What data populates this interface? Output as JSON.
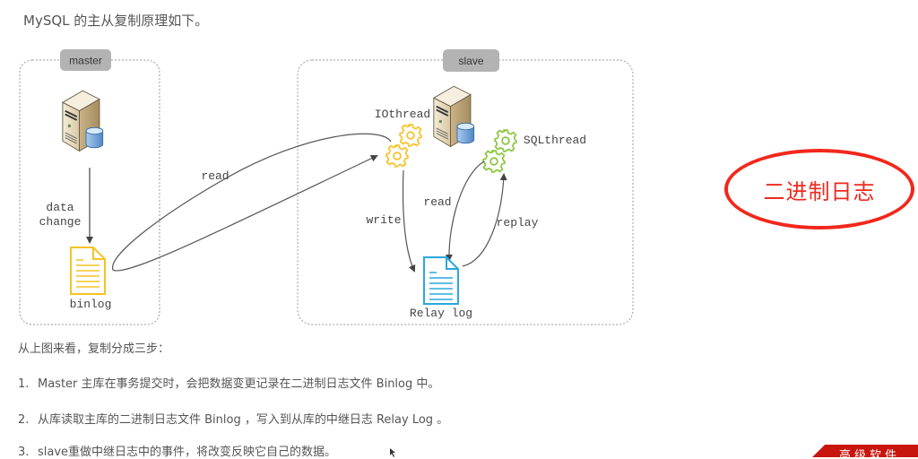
{
  "intro": "MySQL 的主从复制原理如下。",
  "diagram": {
    "master": {
      "label": "master",
      "edge_label": [
        "data",
        "change"
      ],
      "file_label": "binlog"
    },
    "slave": {
      "label": "slave",
      "io_thread": "IOthread",
      "sql_thread": "SQLthread",
      "file_label": "Relay log",
      "labels": {
        "write": "write",
        "read": "read",
        "replay": "replay"
      }
    },
    "cross_label": "read",
    "colors": {
      "binlog": "#f7c325",
      "io_gear": "#f7c325",
      "sql_gear": "#8cc63f",
      "relay": "#29a8e0",
      "tag_bg": "#b3b3b3",
      "arrow": "#555555"
    }
  },
  "annotation": {
    "text": "二进制日志",
    "color": "#ee2a1f"
  },
  "steps_title": "从上图来看，复制分成三步：",
  "steps": [
    {
      "num": "1.",
      "text": "Master 主库在事务提交时，会把数据变更记录在二进制日志文件 Binlog 中。"
    },
    {
      "num": "2.",
      "text": "从库读取主库的二进制日志文件 Binlog ，写入到从库的中继日志 Relay Log 。"
    },
    {
      "num": "3.",
      "text": "slave重做中继日志中的事件，将改变反映它自己的数据。"
    }
  ],
  "brand": "高级软件"
}
